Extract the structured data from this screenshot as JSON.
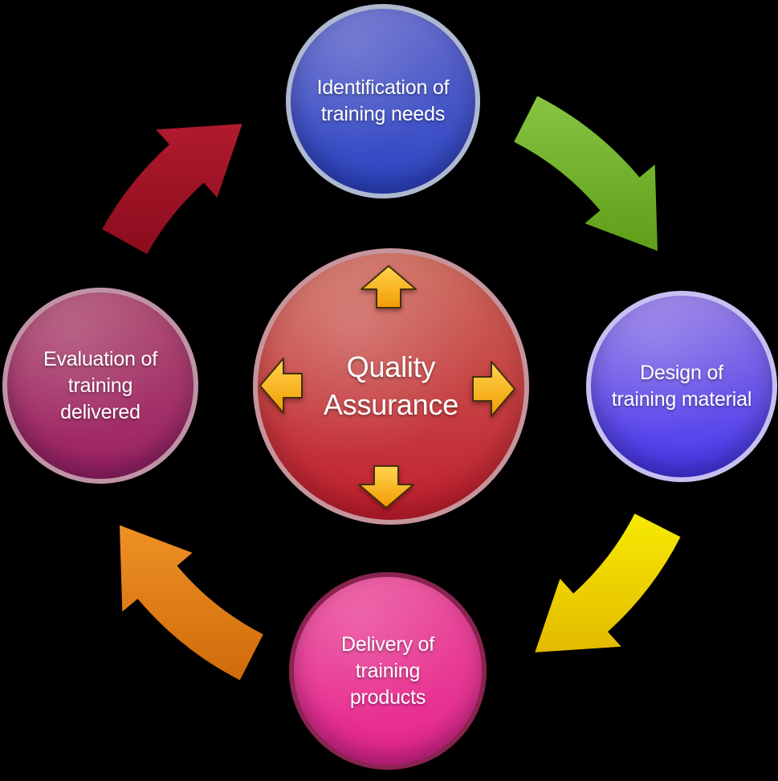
{
  "background": "#000000",
  "center": {
    "label": "Quality\nAssurance",
    "fill_light": "#cb685a",
    "fill_dark": "#c21f2e",
    "ring": "#c6959b"
  },
  "nodes": [
    {
      "id": "identification-of-training-needs",
      "label": "Identification of\ntraining needs",
      "position": "top",
      "fill_light": "#6167ca",
      "fill_dark": "#2d46c4",
      "ring": "#aeb8d0"
    },
    {
      "id": "design-of-training-material",
      "label": "Design of\ntraining material",
      "position": "right",
      "fill_light": "#9179e4",
      "fill_dark": "#4837ee",
      "ring": "#c6c0f2"
    },
    {
      "id": "delivery-of-training-products",
      "label": "Delivery of\ntraining\nproducts",
      "position": "bottom",
      "fill_light": "#e94e9a",
      "fill_dark": "#e8258f",
      "ring": "#8a2350"
    },
    {
      "id": "evaluation-of-training-delivered",
      "label": "Evaluation of\ntraining\ndelivered",
      "position": "left",
      "fill_light": "#ad4c71",
      "fill_dark": "#9d2164",
      "ring": "#bf93a6"
    }
  ],
  "connectors": [
    {
      "id": "identification-to-design",
      "position": "top-right",
      "color_light": "#86c442",
      "color_dark": "#5f9e19"
    },
    {
      "id": "design-to-delivery",
      "position": "bottom-right",
      "color_light": "#f6ea02",
      "color_dark": "#e3ba00"
    },
    {
      "id": "delivery-to-evaluation",
      "position": "bottom-left",
      "color_light": "#ef9126",
      "color_dark": "#cf6a0a"
    },
    {
      "id": "evaluation-to-identification",
      "position": "top-left",
      "color_light": "#b01b2e",
      "color_dark": "#8a0c1d"
    }
  ],
  "center_arrows": {
    "directions": [
      "up",
      "right",
      "down",
      "left"
    ],
    "fill_light": "#ffd44f",
    "fill_dark": "#f19b02",
    "outline": "#42300a"
  }
}
